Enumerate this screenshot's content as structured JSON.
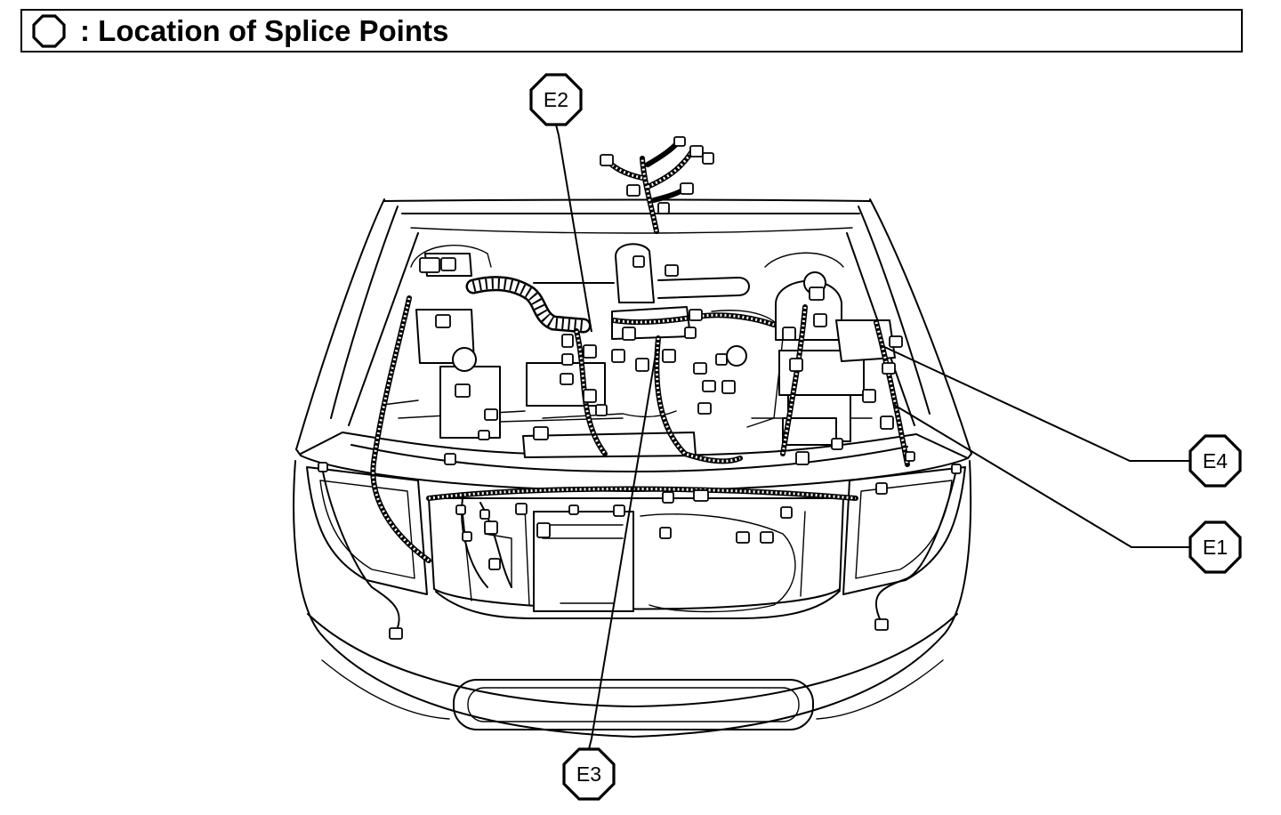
{
  "header": {
    "legend_icon": "octagon-icon",
    "title": ": Location of Splice Points"
  },
  "callouts": [
    {
      "label": "E2"
    },
    {
      "label": "E4"
    },
    {
      "label": "E1"
    },
    {
      "label": "E3"
    }
  ]
}
